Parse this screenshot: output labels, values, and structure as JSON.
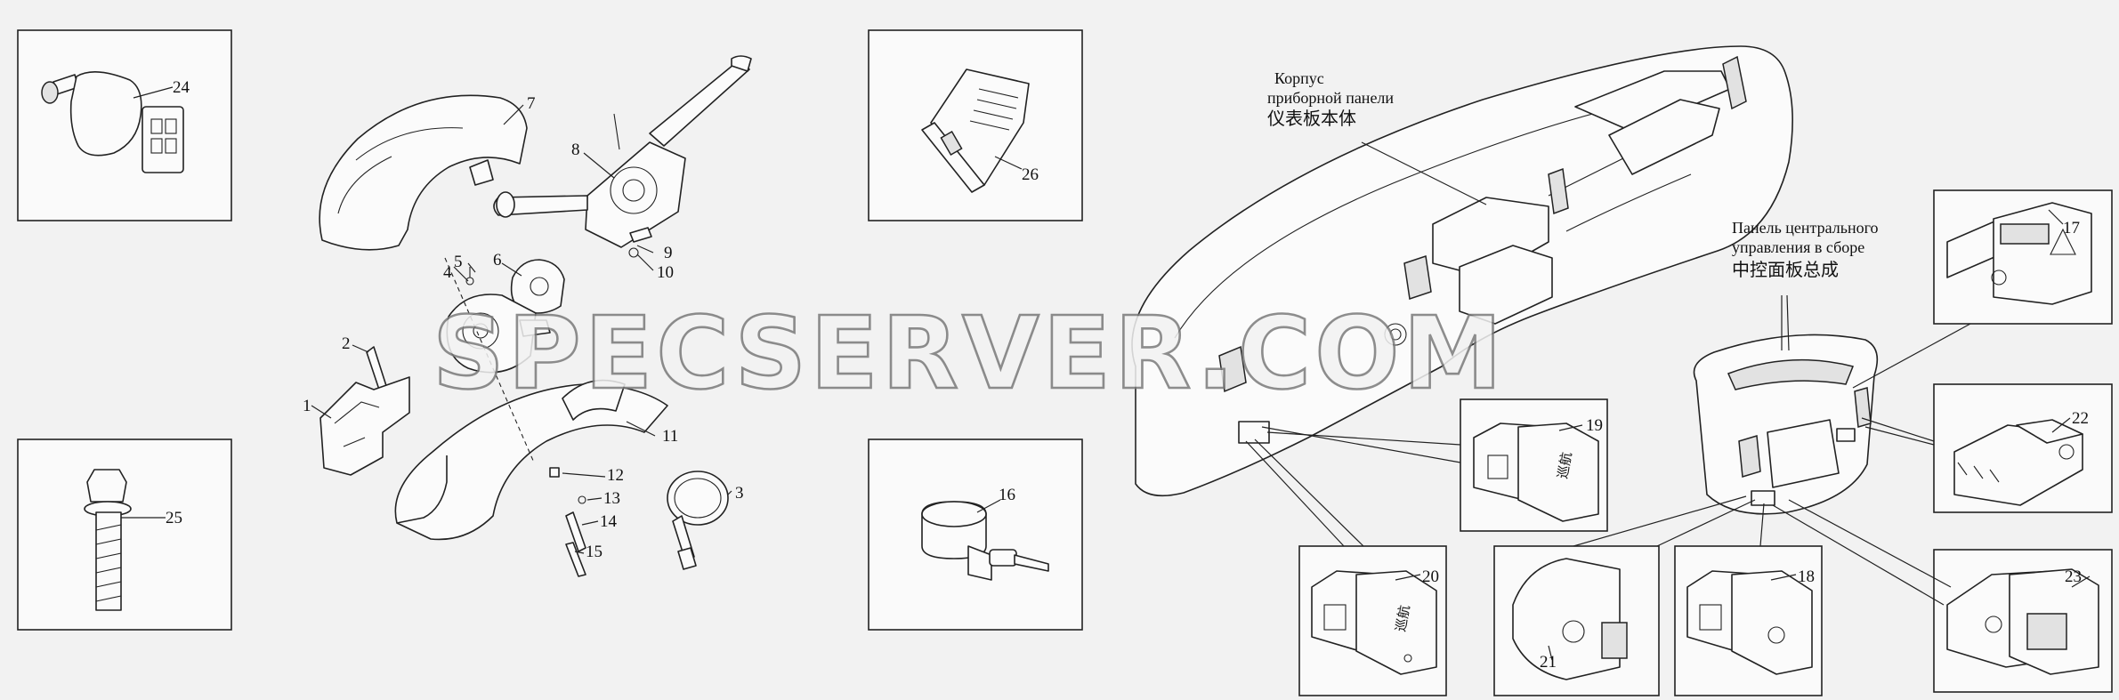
{
  "watermark": "SPECSERVER.COM",
  "captions": {
    "dash_ru_1": "Корпус",
    "dash_ru_2": "приборной панели",
    "dash_cn": "仪表板本体",
    "center_ru_1": "Панель центрального",
    "center_ru_2": "управления в сборе",
    "center_cn": "中控面板总成"
  },
  "switch_glyphs": {
    "switch_19": "巡航",
    "switch_20": "巡航"
  },
  "part_numbers": [
    "1",
    "2",
    "3",
    "4",
    "5",
    "6",
    "7",
    "8",
    "9",
    "10",
    "11",
    "12",
    "13",
    "14",
    "15",
    "16",
    "17",
    "18",
    "19",
    "20",
    "21",
    "22",
    "23",
    "24",
    "25",
    "26"
  ],
  "colors": {
    "ink": "#222222",
    "background": "#f2f2f2",
    "watermark_stroke": "#7a7a7a"
  }
}
